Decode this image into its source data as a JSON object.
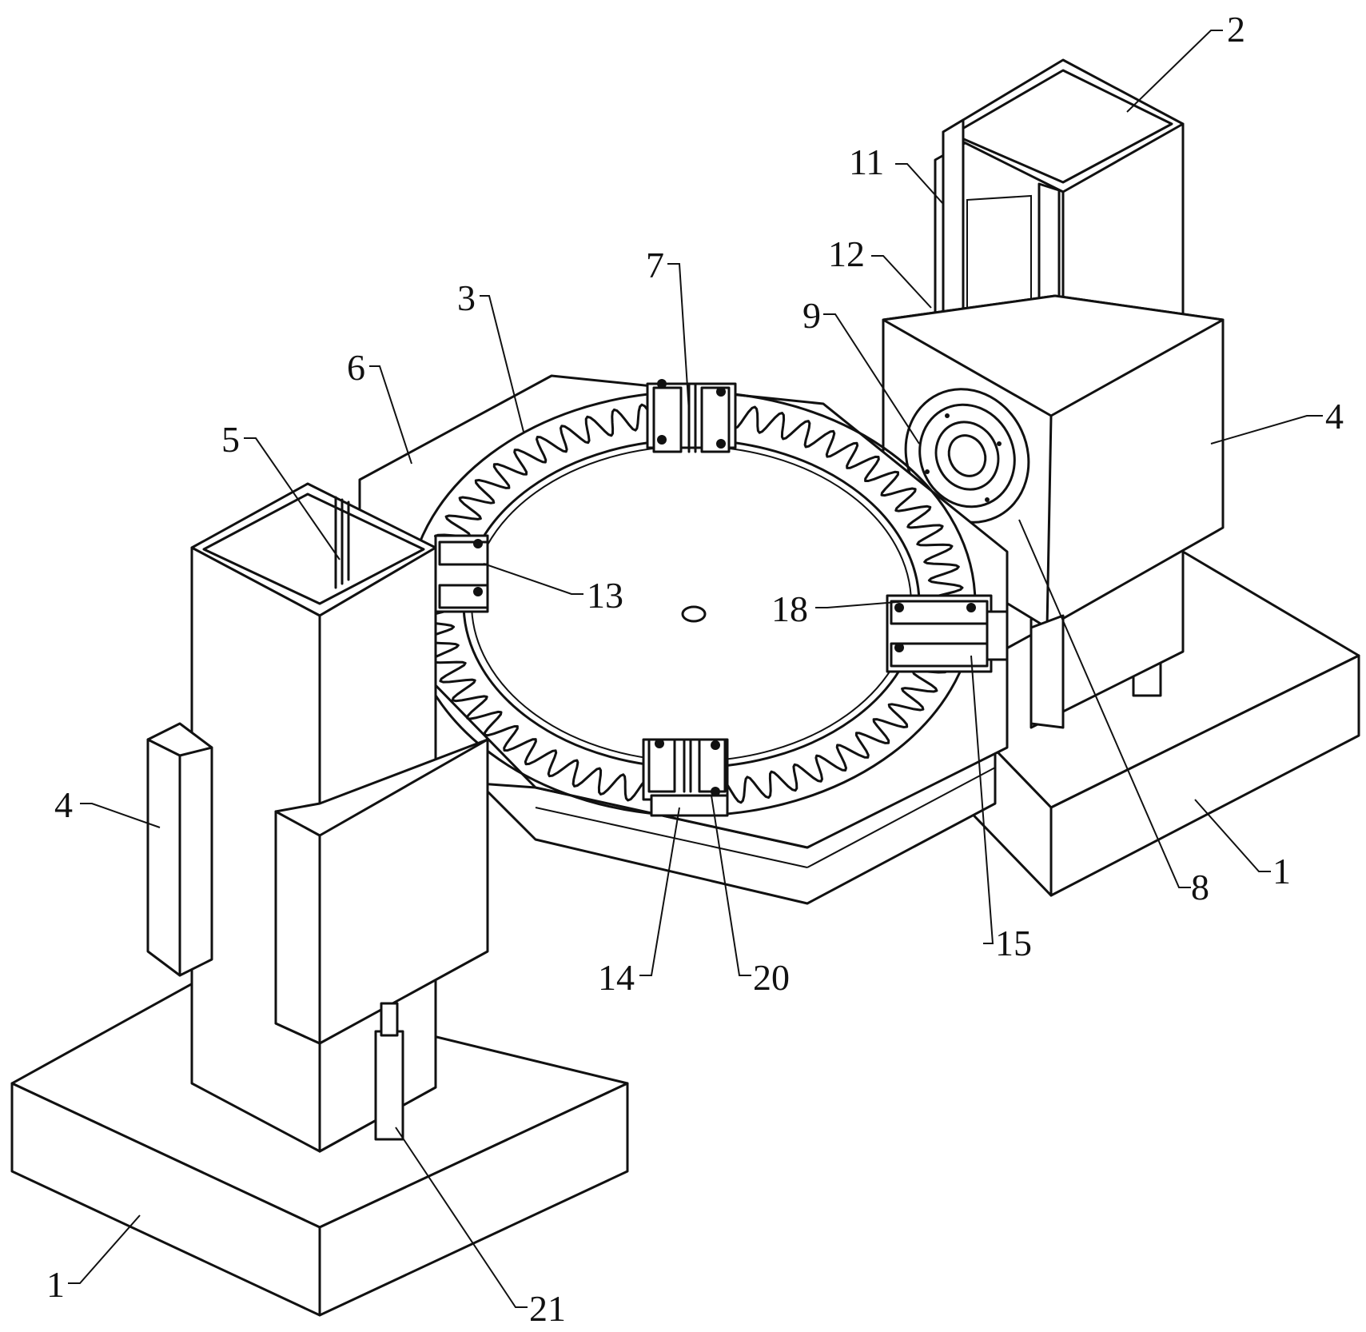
{
  "labels": [
    {
      "id": "l2",
      "text": "2"
    },
    {
      "id": "l11",
      "text": "11"
    },
    {
      "id": "l12",
      "text": "12"
    },
    {
      "id": "l7",
      "text": "7"
    },
    {
      "id": "l3",
      "text": "3"
    },
    {
      "id": "l9",
      "text": "9"
    },
    {
      "id": "l6",
      "text": "6"
    },
    {
      "id": "l5",
      "text": "5"
    },
    {
      "id": "l4r",
      "text": "4"
    },
    {
      "id": "l13",
      "text": "13"
    },
    {
      "id": "l18",
      "text": "18"
    },
    {
      "id": "l4l",
      "text": "4"
    },
    {
      "id": "l8",
      "text": "8"
    },
    {
      "id": "l1r",
      "text": "1"
    },
    {
      "id": "l15",
      "text": "15"
    },
    {
      "id": "l14",
      "text": "14"
    },
    {
      "id": "l20",
      "text": "20"
    },
    {
      "id": "l1l",
      "text": "1"
    },
    {
      "id": "l21",
      "text": "21"
    }
  ]
}
